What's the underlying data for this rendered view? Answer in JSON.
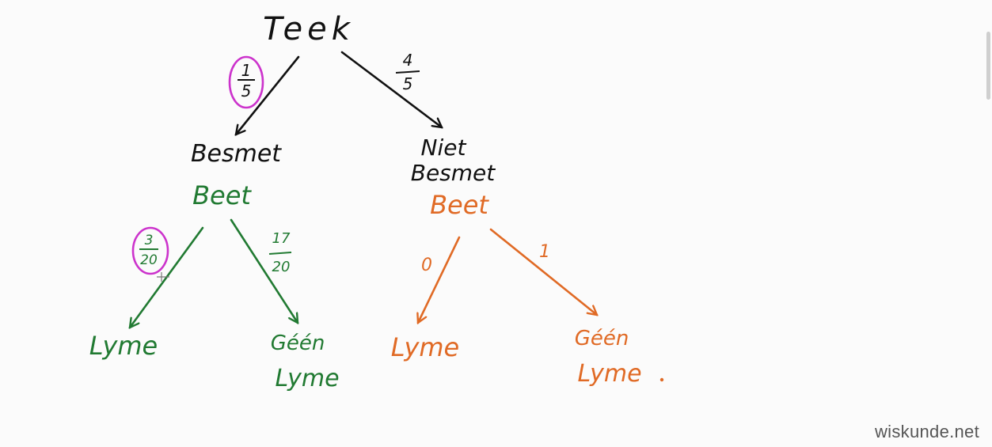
{
  "colors": {
    "ink": "#111111",
    "green": "#217a32",
    "orange": "#e06a25",
    "circle": "#cc33cc"
  },
  "tree": {
    "root": "Teek",
    "branch_left_prob": {
      "num": "1",
      "den": "5"
    },
    "branch_right_prob": {
      "num": "4",
      "den": "5"
    },
    "left_node": "Besmet",
    "right_node_line1": "Niet",
    "right_node_line2": "Besmet",
    "left_sub": "Beet",
    "right_sub": "Beet",
    "gl_prob": {
      "num": "3",
      "den": "20"
    },
    "gr_prob": {
      "num": "17",
      "den": "20"
    },
    "ol_prob": "0",
    "or_prob": "1",
    "gl_leaf": "Lyme",
    "gr_leaf_line1": "Géén",
    "gr_leaf_line2": "Lyme",
    "ol_leaf": "Lyme",
    "or_leaf_line1": "Géén",
    "or_leaf_line2": "Lyme"
  },
  "watermark": "wiskunde.net"
}
